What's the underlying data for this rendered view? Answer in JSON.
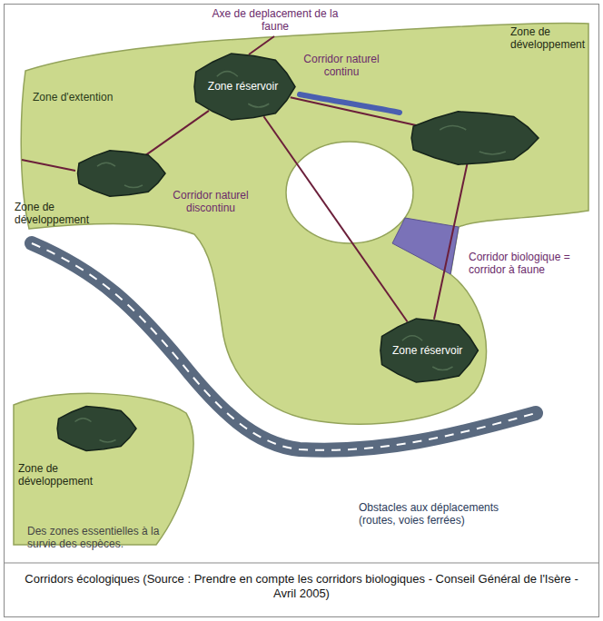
{
  "diagram": {
    "caption": "Corridors écologiques (Source : Prendre en compte les corridors biologiques - Conseil Général de l'Isère - Avril 2005)",
    "nodes": [
      {
        "text": [
          "Zone de développement"
        ]
      },
      {
        "text": [
          "Zone réservoir"
        ]
      },
      {
        "text": [
          "Zone de développement"
        ]
      },
      {
        "text": [
          "Zone réservoir"
        ]
      },
      {
        "text": [
          "Zone de développement"
        ]
      }
    ],
    "edges": [
      {
        "from": 0,
        "to": 1,
        "arrow": "none"
      },
      {
        "from": 1,
        "to": 2,
        "arrow": "none"
      },
      {
        "from": 1,
        "to": 3,
        "arrow": "none"
      },
      {
        "from": 2,
        "to": 3,
        "arrow": "none"
      }
    ],
    "labels": [
      "Axe de deplacement de la faune",
      "Zone d'extention",
      "Corridor naturel continu",
      "Corridor naturel discontinu",
      "Corridor biologique = corridor à faune",
      "Obstacles aux déplacements (routes, voies ferrées)",
      "Des zones essentielles à la survie des espèces."
    ]
  }
}
